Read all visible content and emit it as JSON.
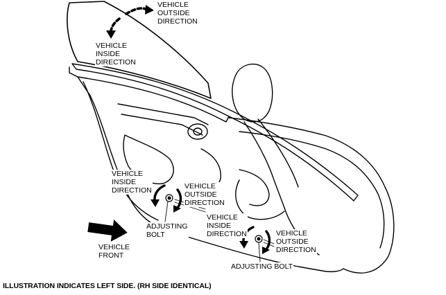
{
  "labels": {
    "vehicle_outside_top": [
      "VEHICLE",
      "OUTSIDE",
      "DIRECTION"
    ],
    "vehicle_inside_top": [
      "VEHICLE",
      "INSIDE",
      "DIRECTION"
    ],
    "vehicle_inside_left": [
      "VEHICLE",
      "INSIDE",
      "DIRECTION"
    ],
    "vehicle_outside_mid": [
      "VEHICLE",
      "OUTSIDE",
      "DIRECTION"
    ],
    "vehicle_inside_mid": [
      "VEHICLE",
      "INSIDE",
      "DIRECTION"
    ],
    "vehicle_outside_right": [
      "VEHICLE",
      "OUTSIDE",
      "DIRECTION"
    ],
    "adjusting_bolt_left": [
      "ADJUSTING",
      "BOLT"
    ],
    "adjusting_bolt_right": "ADJUSTING BOLT",
    "vehicle_front": [
      "VEHICLE",
      "FRONT"
    ]
  },
  "caption": "ILLUSTRATION INDICATES LEFT SIDE. (RH SIDE IDENTICAL)"
}
